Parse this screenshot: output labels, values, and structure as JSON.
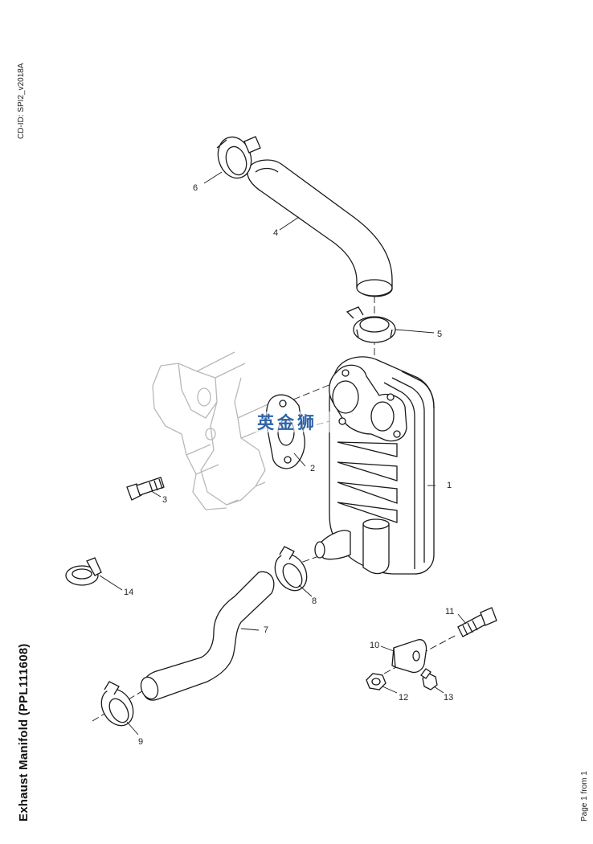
{
  "document": {
    "cd_id": "CD-ID: SPI2_v2018A",
    "title": "Exhaust Manifold (PPL111608)",
    "page": "Page 1 from 1"
  },
  "watermark": "英金狮",
  "callouts": [
    {
      "id": "1",
      "part": "cooler"
    },
    {
      "id": "2",
      "part": "gasket"
    },
    {
      "id": "3",
      "part": "bolt"
    },
    {
      "id": "4",
      "part": "upper-hose"
    },
    {
      "id": "5",
      "part": "clamp"
    },
    {
      "id": "6",
      "part": "clamp"
    },
    {
      "id": "7",
      "part": "lower-hose"
    },
    {
      "id": "8",
      "part": "clamp"
    },
    {
      "id": "9",
      "part": "clamp"
    },
    {
      "id": "10",
      "part": "bracket"
    },
    {
      "id": "11",
      "part": "bolt"
    },
    {
      "id": "12",
      "part": "nut"
    },
    {
      "id": "13",
      "part": "bolt"
    },
    {
      "id": "14",
      "part": "clamp"
    }
  ],
  "colors": {
    "line": "#1a1a1a",
    "ghost": "#b8b8b8",
    "watermark": "#2e63a8"
  }
}
